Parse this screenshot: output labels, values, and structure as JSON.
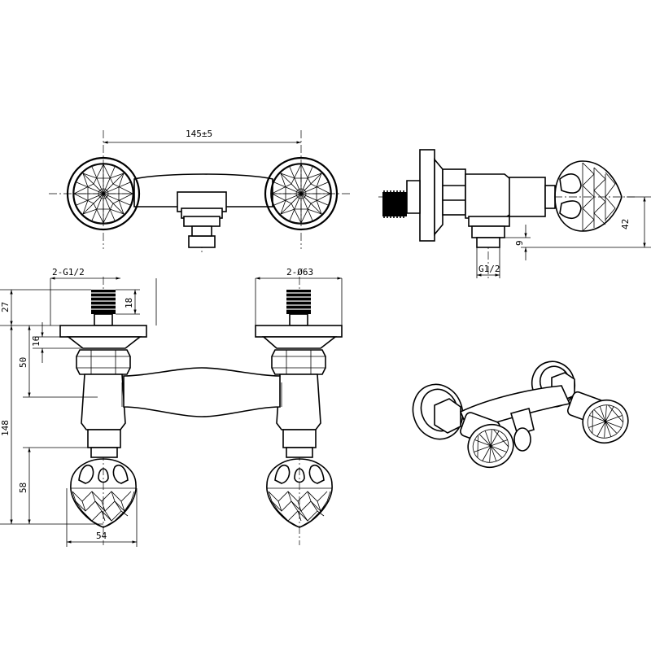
{
  "dimensions": {
    "top_width": "145±5",
    "inlet_thread": "2-G1/2",
    "flange_diameter": "2-Ø63",
    "thread_length": "18",
    "flange_height": "27",
    "flange_to_nut": "16",
    "nut_offset": "50",
    "total_height": "148",
    "handle_height": "58",
    "handle_width": "54",
    "side_offset": "42",
    "outlet_height": "9",
    "outlet_thread": "G1/2"
  }
}
